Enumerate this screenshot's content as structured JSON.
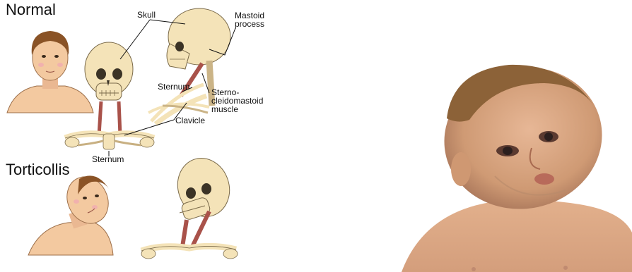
{
  "sections": {
    "normal": "Normal",
    "torticollis": "Torticollis"
  },
  "labels": {
    "skull": "Skull",
    "mastoid_line1": "Mastoid",
    "mastoid_line2": "process",
    "sternum_upper": "Sternum",
    "scm_line1": "Sterno-",
    "scm_line2": "cleidomastoid",
    "scm_line3": "muscle",
    "clavicle": "Clavicle",
    "sternum_lower": "Sternum"
  },
  "colors": {
    "skin": "#f3c9a0",
    "skin_shadow": "#d9a47c",
    "hair": "#8a5326",
    "bone": "#f4e3b8",
    "bone_shadow": "#c8b082",
    "muscle": "#a9524a",
    "infant_skin": "#d8a27a",
    "infant_hair": "#8c6238"
  }
}
